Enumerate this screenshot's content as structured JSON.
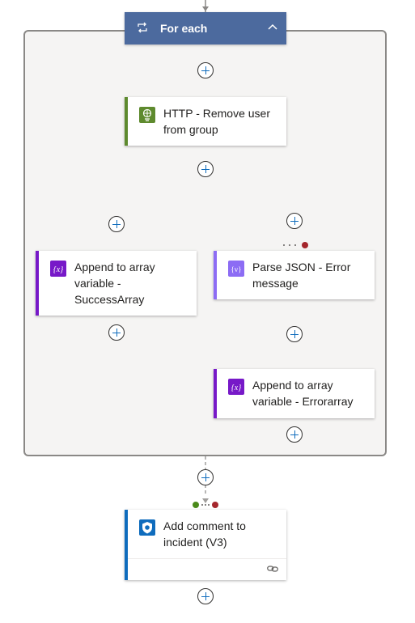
{
  "foreach": {
    "title": "For each",
    "icon": "loop-icon",
    "header_color": "#4c6a9e"
  },
  "actions": {
    "http": {
      "label": "HTTP - Remove user from group",
      "icon": "http-globe-icon",
      "accent": "#5e8a2e"
    },
    "append_success": {
      "label": "Append to array variable - SuccessArray",
      "icon": "variable-icon",
      "accent": "#7719c8"
    },
    "parse_json": {
      "label": "Parse JSON - Error message",
      "icon": "data-operation-icon",
      "accent": "#8c6cf4"
    },
    "append_error": {
      "label": "Append to array variable - Errorarray",
      "icon": "variable-icon",
      "accent": "#7719c8"
    },
    "add_comment": {
      "label": "Add comment to incident (V3)",
      "icon": "sentinel-icon",
      "accent": "#0f6cbd"
    }
  },
  "run_after": {
    "success_color": "#4a8a19",
    "failure_color": "#a4262c"
  }
}
